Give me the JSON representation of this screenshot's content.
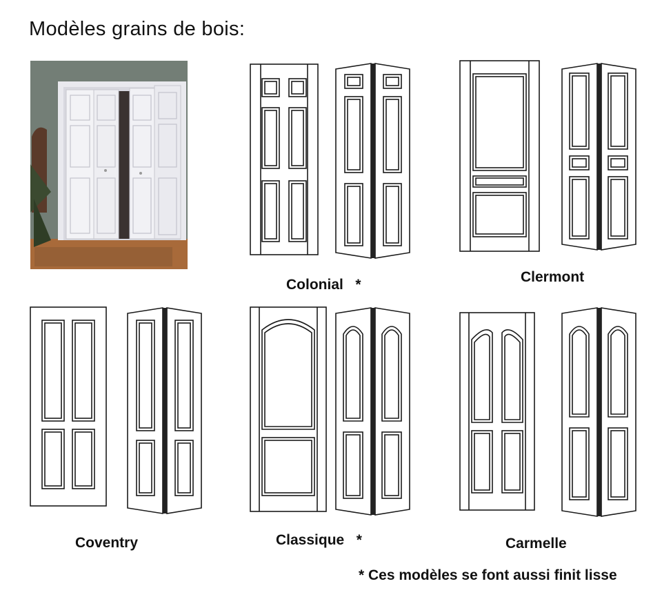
{
  "page": {
    "title": "Modèles grains de bois:",
    "footnote": "* Ces modèles se font aussi finit lisse"
  },
  "models": [
    {
      "name": "Colonial",
      "mark": "*"
    },
    {
      "name": "Clermont",
      "mark": ""
    },
    {
      "name": "Coventry",
      "mark": ""
    },
    {
      "name": "Classique",
      "mark": "*"
    },
    {
      "name": "Carmelle",
      "mark": ""
    }
  ],
  "colors": {
    "line": "#1a1a1a",
    "wall": "#6f7a72",
    "door": "#f4f4f6",
    "floor": "#a86a3a"
  }
}
